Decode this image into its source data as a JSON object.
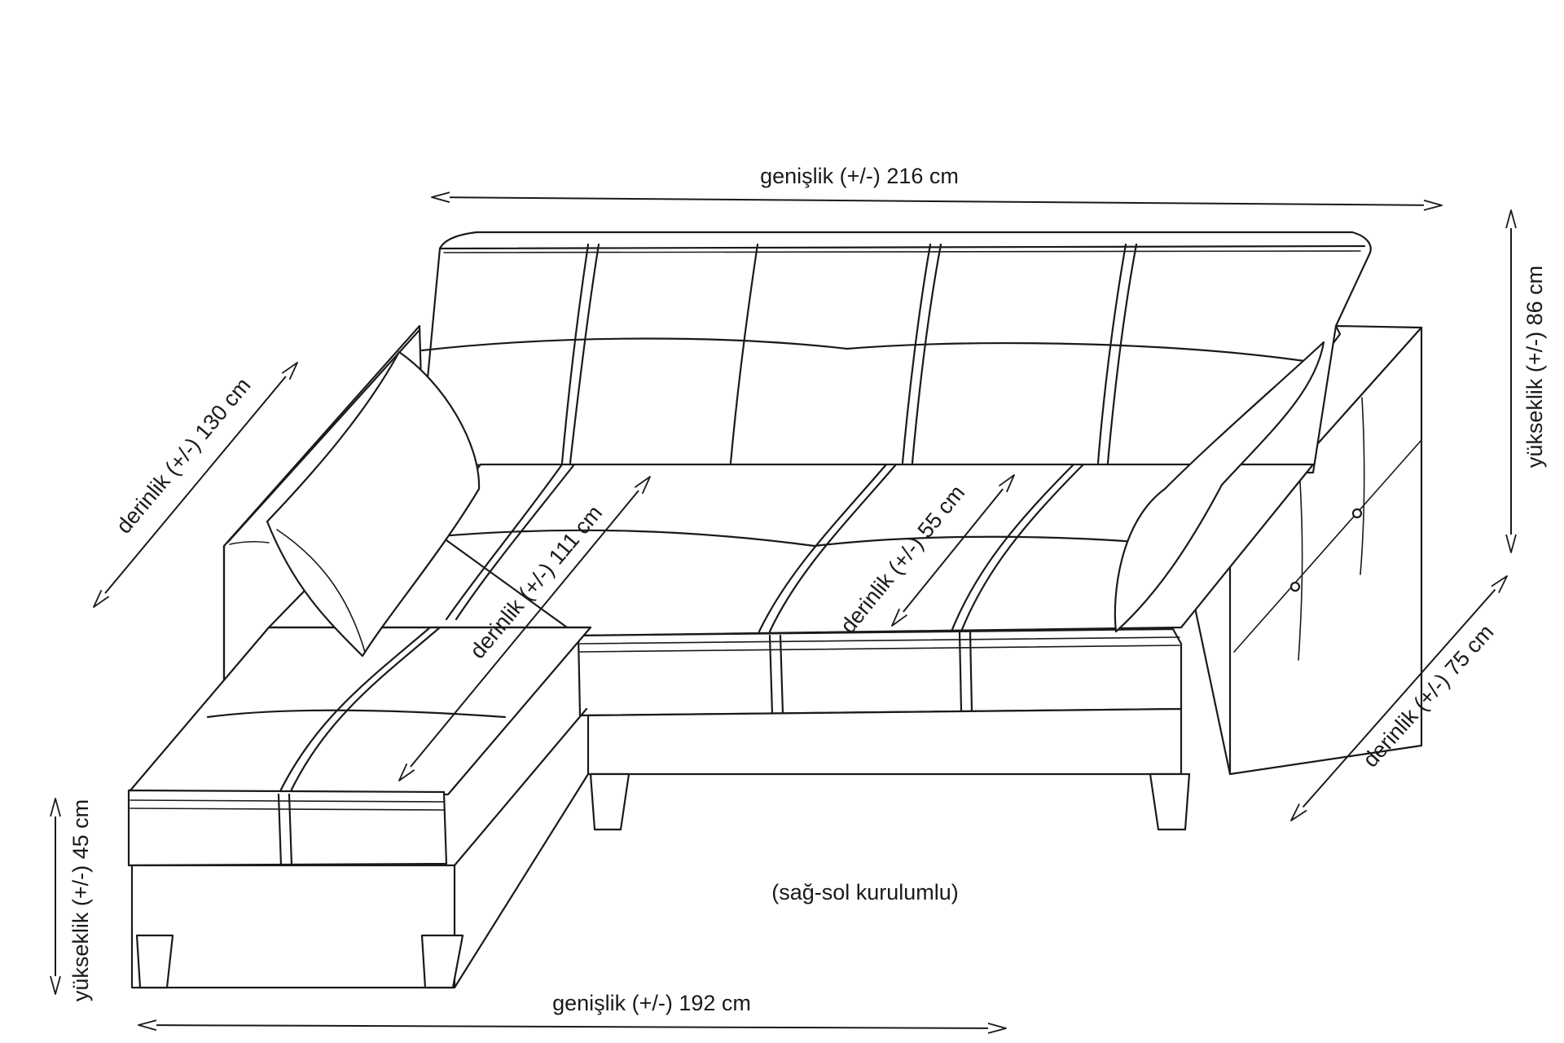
{
  "diagram": {
    "width_top": "genişlik (+/-) 216 cm",
    "width_bottom": "genişlik (+/-) 192 cm",
    "height_back": "yükseklik (+/-) 86 cm",
    "height_seat": "yükseklik (+/-) 45 cm",
    "depth_total": "derinlik (+/-) 130 cm",
    "depth_chaise": "derinlik (+/-) 111 cm",
    "depth_seat": "derinlik (+/-) 55 cm",
    "depth_side": "derinlik (+/-) 75 cm",
    "note": "(sağ-sol kurulumlu)"
  },
  "colors": {
    "line": "#1a1a1a",
    "background": "#ffffff"
  }
}
